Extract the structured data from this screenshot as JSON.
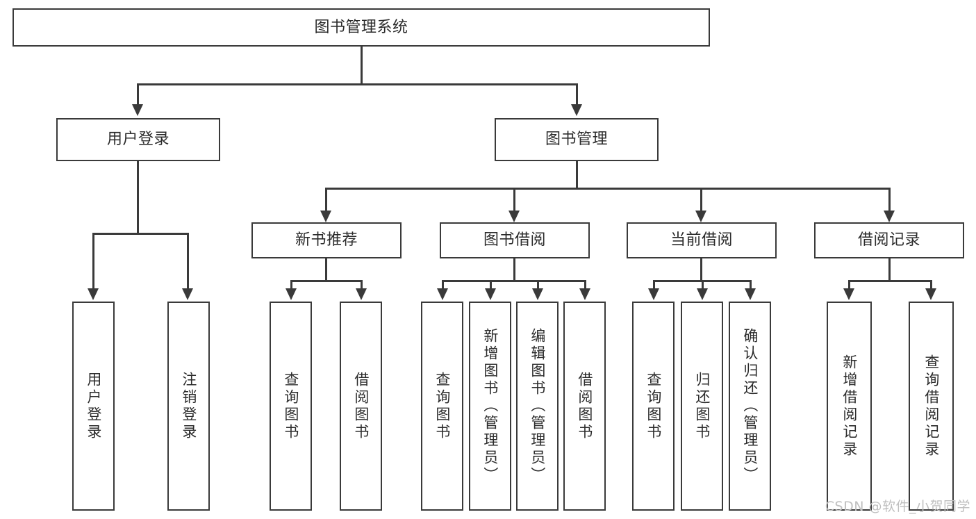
{
  "diagram": {
    "title": "图书管理系统",
    "watermark": "CSDN @软件_小贺同学",
    "root": {
      "label": "图书管理系统"
    },
    "level2": [
      {
        "label": "用户登录"
      },
      {
        "label": "图书管理"
      }
    ],
    "level3": [
      {
        "label": "新书推荐"
      },
      {
        "label": "图书借阅"
      },
      {
        "label": "当前借阅"
      },
      {
        "label": "借阅记录"
      }
    ],
    "leaves": {
      "user_login": [
        {
          "label": "用户登录"
        },
        {
          "label": "注销登录"
        }
      ],
      "new_book_recommend": [
        {
          "label": "查询图书"
        },
        {
          "label": "借阅图书"
        }
      ],
      "book_borrow": [
        {
          "label": "查询图书"
        },
        {
          "label": "新增图书（管理员）"
        },
        {
          "label": "编辑图书（管理员）"
        },
        {
          "label": "借阅图书"
        }
      ],
      "current_borrow": [
        {
          "label": "查询图书"
        },
        {
          "label": "归还图书"
        },
        {
          "label": "确认归还（管理员）"
        }
      ],
      "borrow_record": [
        {
          "label": "新增借阅记录"
        },
        {
          "label": "查询借阅记录"
        }
      ]
    },
    "colors": {
      "stroke": "#3a3a3a",
      "fill": "#ffffff",
      "text": "#2b2b2b",
      "watermark": "#bfbfbf"
    }
  }
}
